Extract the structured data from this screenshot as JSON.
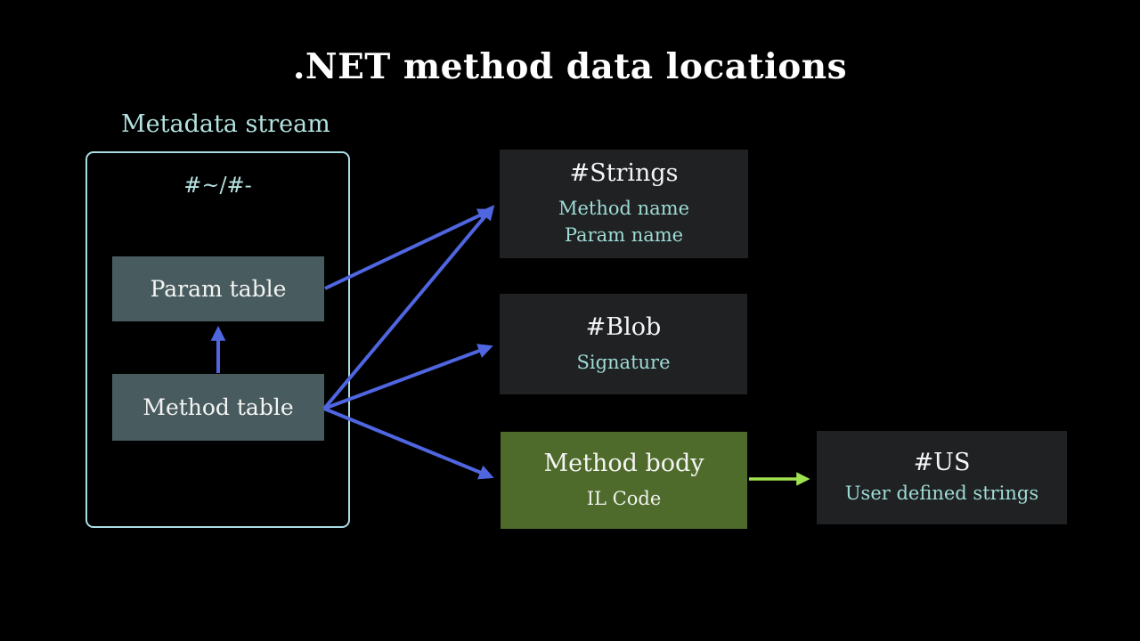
{
  "slide": {
    "title": ".NET method data locations"
  },
  "metadata_stream": {
    "label": "Metadata stream",
    "stream_name": "#~/#-",
    "tables": [
      {
        "id": "param-table",
        "label": "Param table"
      },
      {
        "id": "method-table",
        "label": "Method table"
      }
    ]
  },
  "heaps": [
    {
      "id": "strings",
      "title": "#Strings",
      "lines": [
        "Method name",
        "Param name"
      ]
    },
    {
      "id": "blob",
      "title": "#Blob",
      "lines": [
        "Signature"
      ]
    },
    {
      "id": "method-body",
      "title": "Method body",
      "lines": [
        "IL Code"
      ]
    },
    {
      "id": "us",
      "title": "#US",
      "lines": [
        "User defined strings"
      ]
    }
  ],
  "edges": [
    {
      "from": "method-table",
      "to": "param-table",
      "color": "blue"
    },
    {
      "from": "param-table",
      "to": "strings",
      "color": "blue"
    },
    {
      "from": "method-table",
      "to": "strings",
      "color": "blue"
    },
    {
      "from": "method-table",
      "to": "blob",
      "color": "blue"
    },
    {
      "from": "method-table",
      "to": "method-body",
      "color": "blue"
    },
    {
      "from": "method-body",
      "to": "us",
      "color": "green"
    }
  ],
  "colors": {
    "background": "#000000",
    "stream_border": "#aadee6",
    "stream_text": "#b3e2e0",
    "table_fill": "#485c60",
    "heap_fill": "#1f2123",
    "method_body_fill": "#4e6b2b",
    "arrow_blue": "#4f66e0",
    "arrow_green": "#9fe24f",
    "title_text": "#ffffff",
    "teal_text": "#9fdbd5"
  }
}
